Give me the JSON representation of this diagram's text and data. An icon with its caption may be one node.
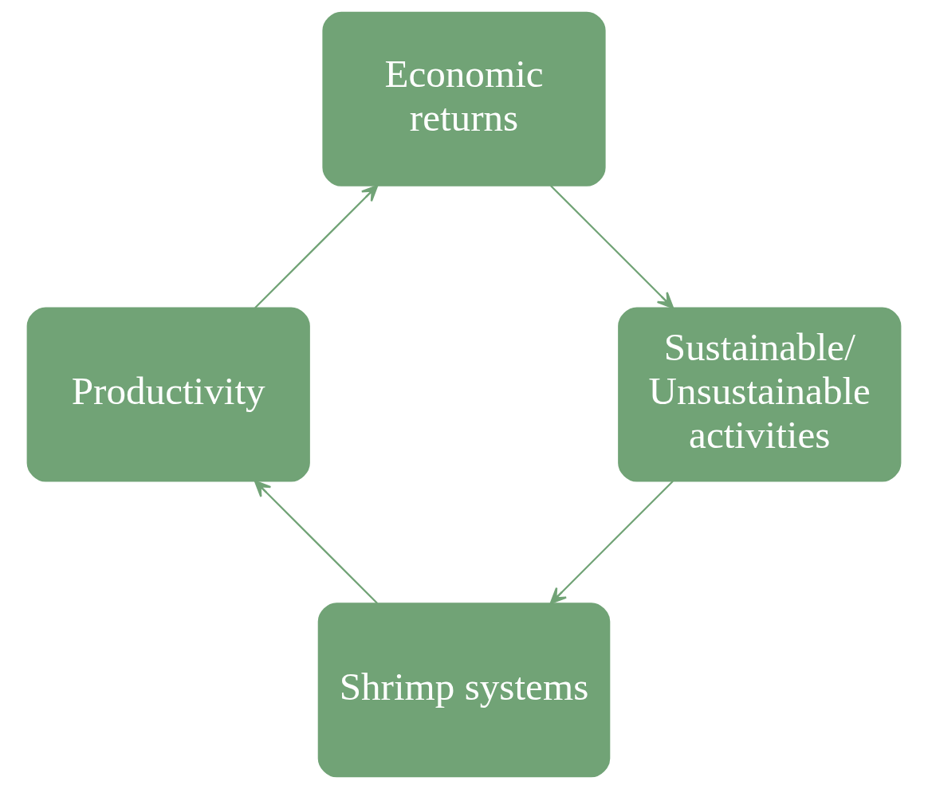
{
  "diagram": {
    "nodes": [
      {
        "text": [
          "Shrimp systems"
        ]
      },
      {
        "text": [
          "Productivity"
        ]
      },
      {
        "text": [
          "Economic returns"
        ]
      },
      {
        "text": [
          "Sustainable/ Unsustainable activities"
        ]
      }
    ],
    "edges": [
      {
        "from": 0,
        "to": 1,
        "arrow": "to"
      },
      {
        "from": 1,
        "to": 2,
        "arrow": "to"
      },
      {
        "from": 2,
        "to": 3,
        "arrow": "to"
      },
      {
        "from": 3,
        "to": 0,
        "arrow": "to"
      }
    ]
  }
}
